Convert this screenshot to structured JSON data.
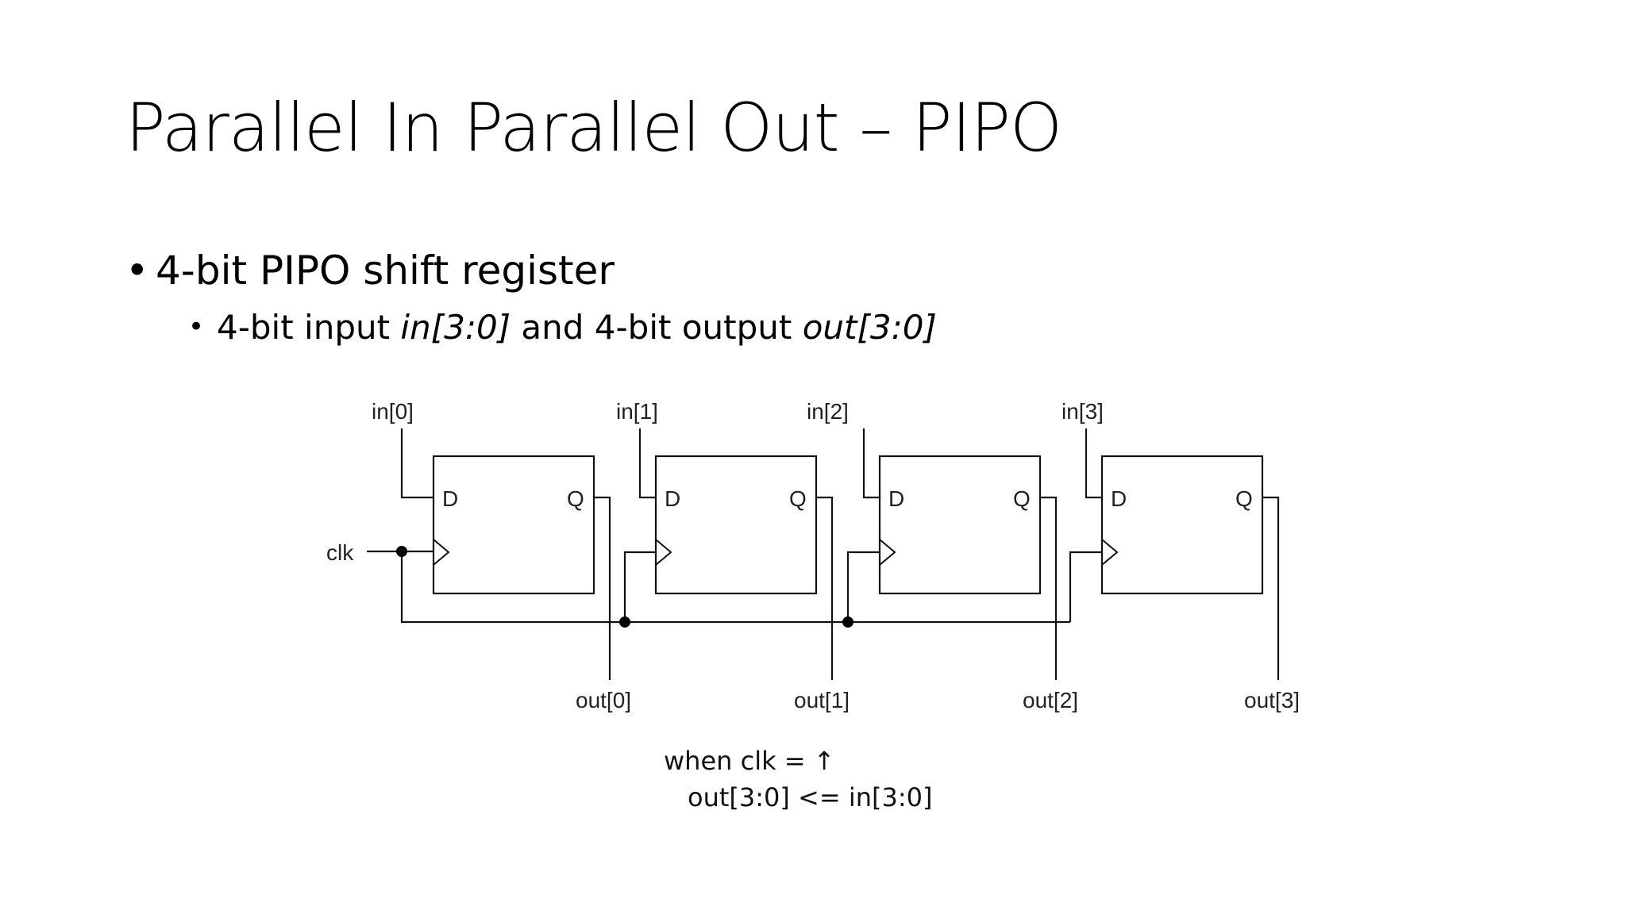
{
  "title": "Parallel In Parallel Out – PIPO",
  "bullets": {
    "level1": "4-bit PIPO shift register",
    "level2": {
      "part1": "4-bit input ",
      "in_signal": "in[3:0]",
      "part2": " and 4-bit output ",
      "out_signal": "out[3:0]"
    }
  },
  "diagram": {
    "inputs": [
      "in[0]",
      "in[1]",
      "in[2]",
      "in[3]"
    ],
    "outputs": [
      "out[0]",
      "out[1]",
      "out[2]",
      "out[3]"
    ],
    "clock_label": "clk",
    "flipflops": [
      {
        "d": "D",
        "q": "Q"
      },
      {
        "d": "D",
        "q": "Q"
      },
      {
        "d": "D",
        "q": "Q"
      },
      {
        "d": "D",
        "q": "Q"
      }
    ]
  },
  "caption": {
    "line1_text": "when clk = ",
    "line1_arrow": "↑",
    "line2": "out[3:0] <= in[3:0]"
  }
}
